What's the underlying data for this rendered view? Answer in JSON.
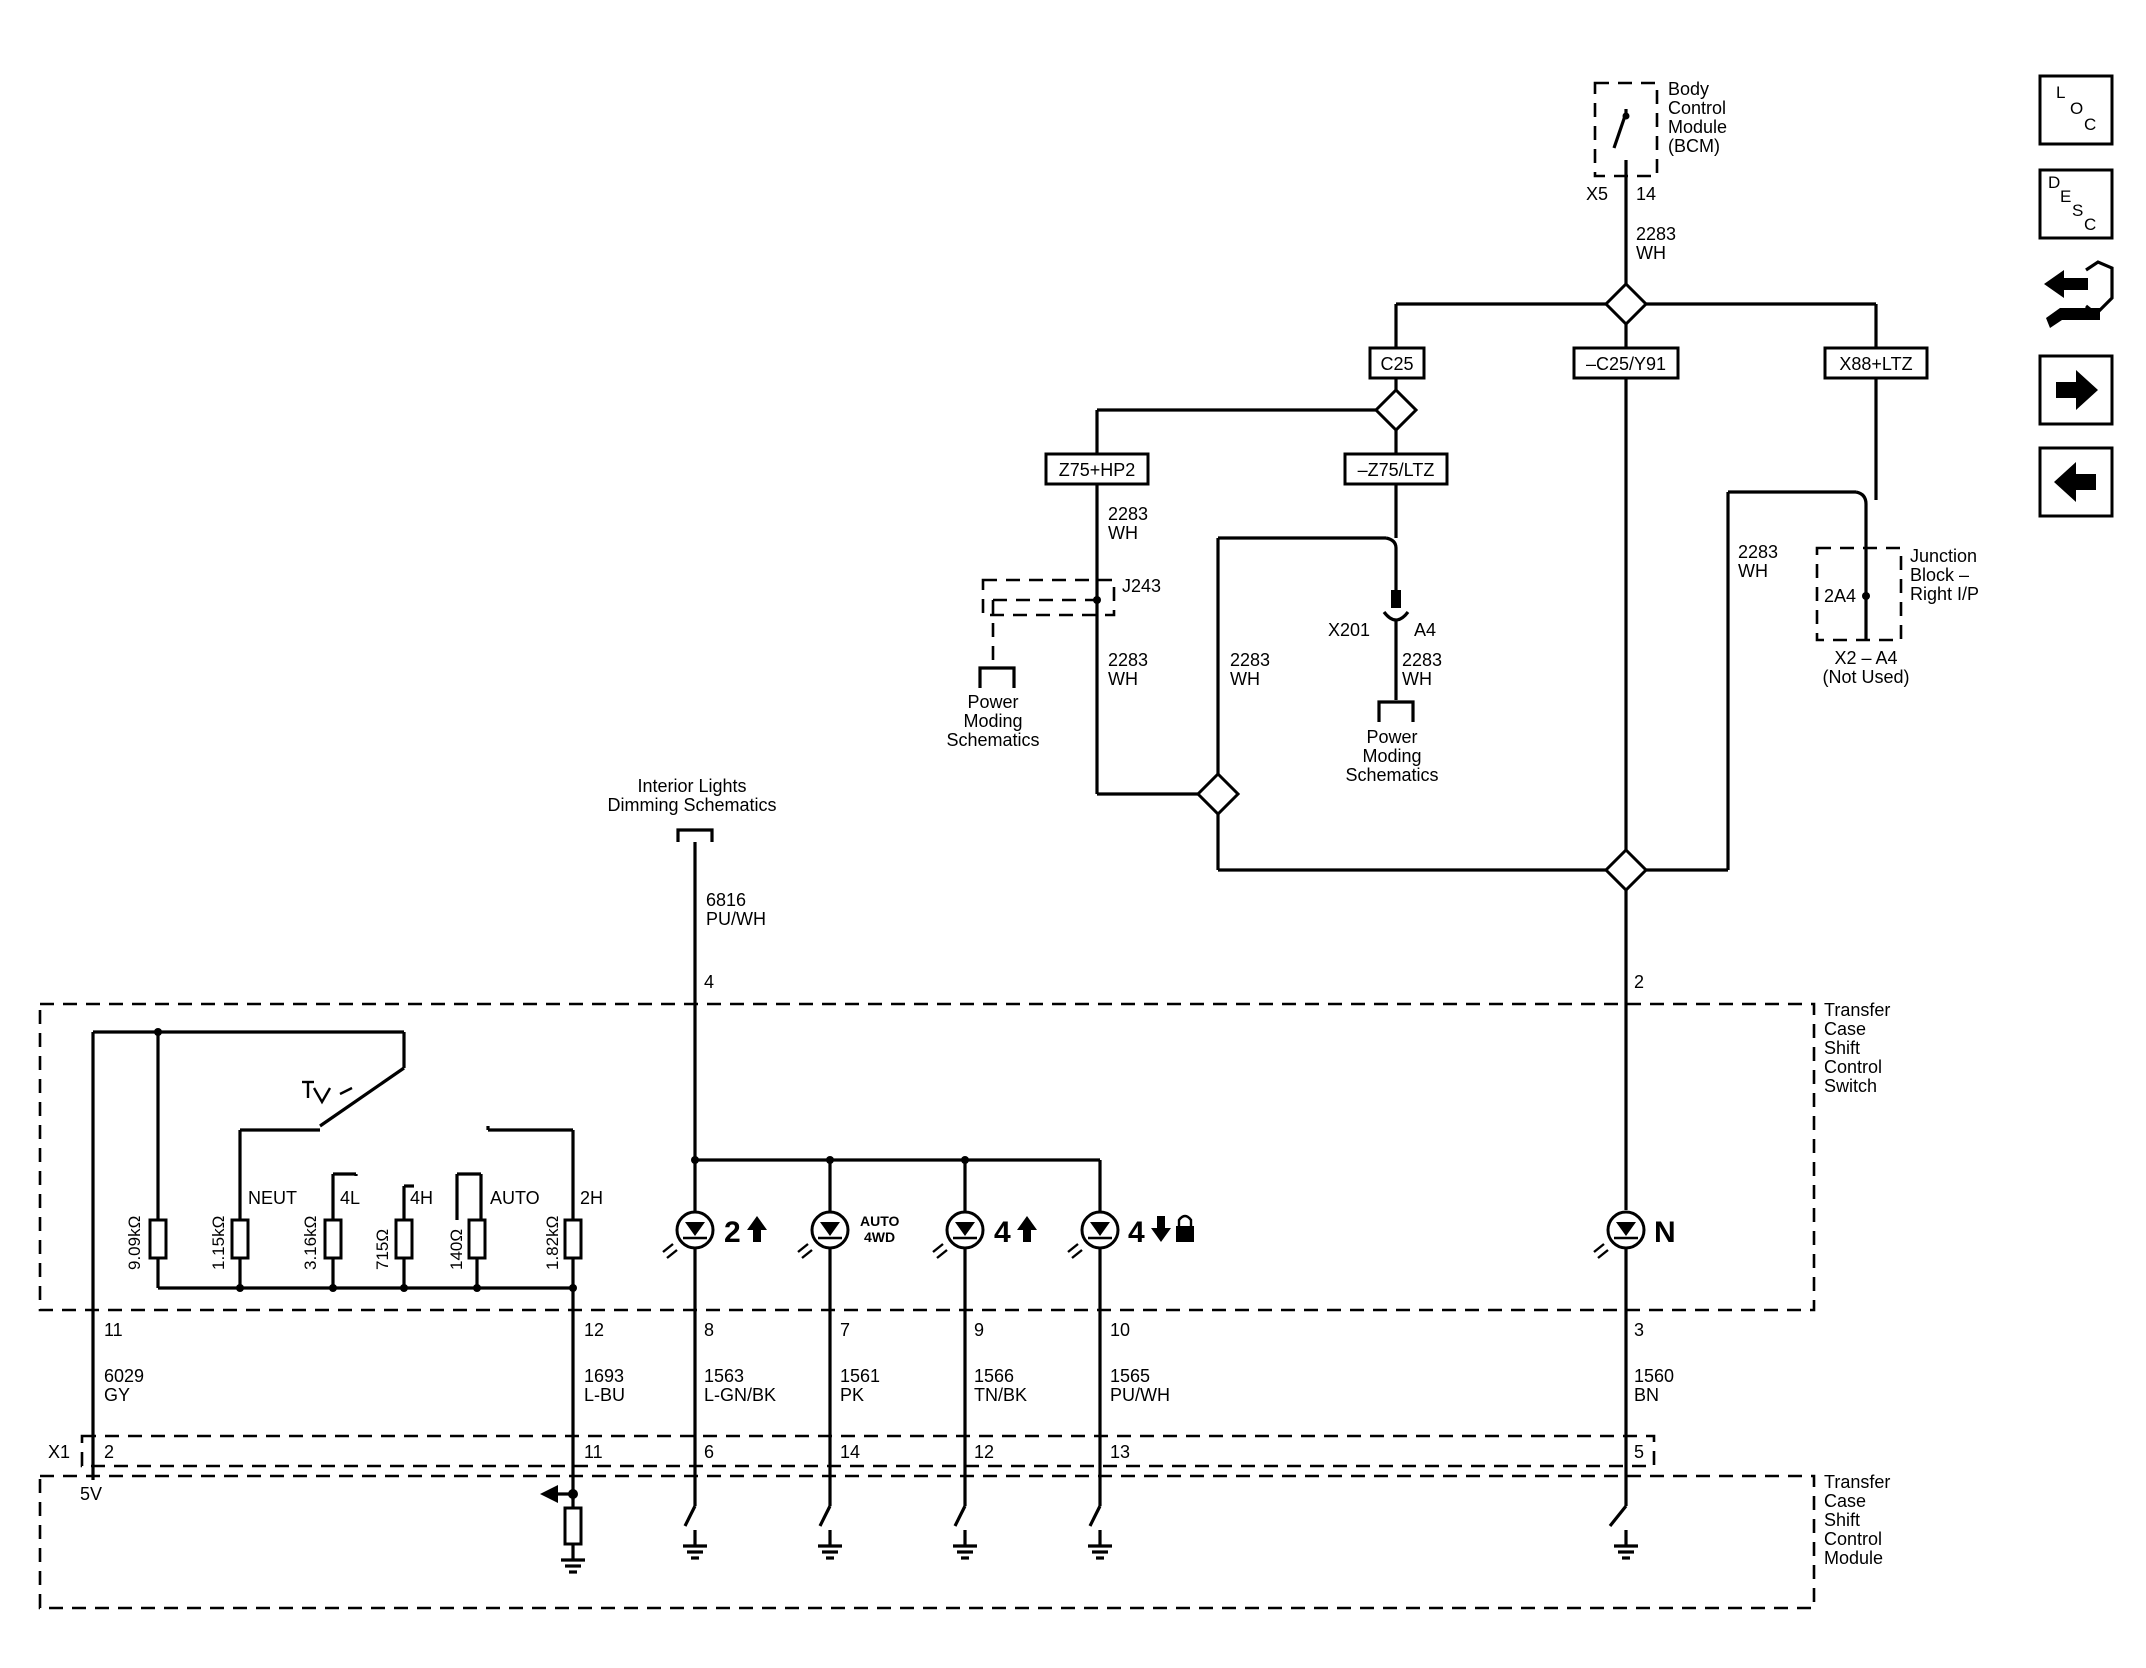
{
  "bcm": {
    "title_lines": [
      "Body",
      "Control",
      "Module",
      "(BCM)"
    ],
    "connector": "X5",
    "pin": "14"
  },
  "circuits": {
    "bcm_out": [
      "2283",
      "WH"
    ],
    "z75_down": [
      "2283",
      "WH"
    ],
    "j243_down": [
      "2283",
      "WH"
    ],
    "mid_left": [
      "2283",
      "WH"
    ],
    "x201_down": [
      "2283",
      "WH"
    ],
    "right_wire": [
      "2283",
      "WH"
    ],
    "interior": [
      "6816",
      "PU/WH"
    ]
  },
  "options": {
    "c25": "C25",
    "not_c25_y91": "–C25/Y91",
    "x88_ltz": "X88+LTZ",
    "z75_hp2": "Z75+HP2",
    "not_z75_ltz": "–Z75/LTZ"
  },
  "j243": "J243",
  "x201": {
    "connector": "X201",
    "pin": "A4"
  },
  "power_moding": [
    "Power",
    "Moding",
    "Schematics"
  ],
  "junction_block": {
    "title_lines": [
      "Junction",
      "Block –",
      "Right I/P"
    ],
    "pin": "2A4",
    "connector_lines": [
      "X2 – A4",
      "(Not Used)"
    ]
  },
  "interior_lights": [
    "Interior Lights",
    "Dimming Schematics"
  ],
  "switch": {
    "title_lines": [
      "Transfer",
      "Case",
      "Shift",
      "Control",
      "Switch"
    ],
    "pin_interior": "4",
    "pin_n_top": "2",
    "resistors": [
      "9.09kΩ",
      "1.15kΩ",
      "3.16kΩ",
      "715Ω",
      "140Ω",
      "1.82kΩ"
    ],
    "positions": [
      "NEUT",
      "4L",
      "4H",
      "AUTO",
      "2H"
    ],
    "indicators": {
      "two_high": "2",
      "auto_line1": "AUTO",
      "auto_line2": "4WD",
      "four_high": "4",
      "four_low": "4",
      "neutral": "N"
    },
    "bottom_pins": [
      "11",
      "12",
      "8",
      "7",
      "9",
      "10",
      "3"
    ]
  },
  "wires_bottom": [
    {
      "circuit": "6029",
      "color": "GY"
    },
    {
      "circuit": "1693",
      "color": "L-BU"
    },
    {
      "circuit": "1563",
      "color": "L-GN/BK"
    },
    {
      "circuit": "1561",
      "color": "PK"
    },
    {
      "circuit": "1566",
      "color": "TN/BK"
    },
    {
      "circuit": "1565",
      "color": "PU/WH"
    },
    {
      "circuit": "1560",
      "color": "BN"
    }
  ],
  "x1": {
    "label": "X1",
    "pins": [
      "2",
      "11",
      "6",
      "14",
      "12",
      "13",
      "5"
    ]
  },
  "module": {
    "title_lines": [
      "Transfer",
      "Case",
      "Shift",
      "Control",
      "Module"
    ],
    "supply": "5V"
  },
  "nav": {
    "loc": [
      "L",
      "O",
      "C"
    ],
    "desc": [
      "D",
      "E",
      "S",
      "C"
    ],
    "icons": [
      "loc-icon",
      "desc-icon",
      "connector-view-icon",
      "next-arrow-icon",
      "previous-arrow-icon"
    ]
  }
}
